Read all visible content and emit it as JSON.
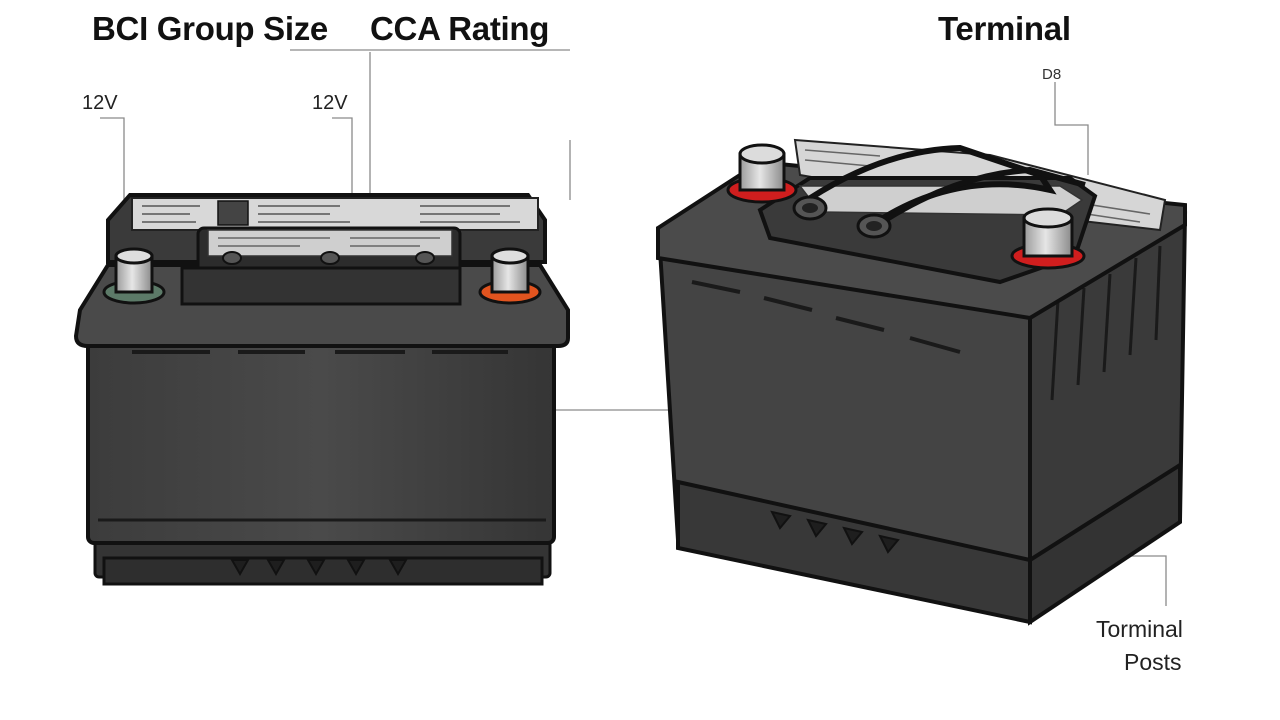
{
  "labels": {
    "bci_group_size": "BCI Group Size",
    "cca_rating": "CCA Rating",
    "terminal": "Terminal",
    "voltage_left": "12V",
    "voltage_mid": "12V",
    "code": "D8",
    "terminal_posts_line1": "Torminal",
    "terminal_posts_line2": "Posts"
  },
  "colors": {
    "case_dark": "#3a3a3a",
    "case_mid": "#4d4d4d",
    "post_positive_ring": "#e2541f",
    "post_negative_ring": "#4a6a5a",
    "post_red_ring": "#d01e1e"
  }
}
